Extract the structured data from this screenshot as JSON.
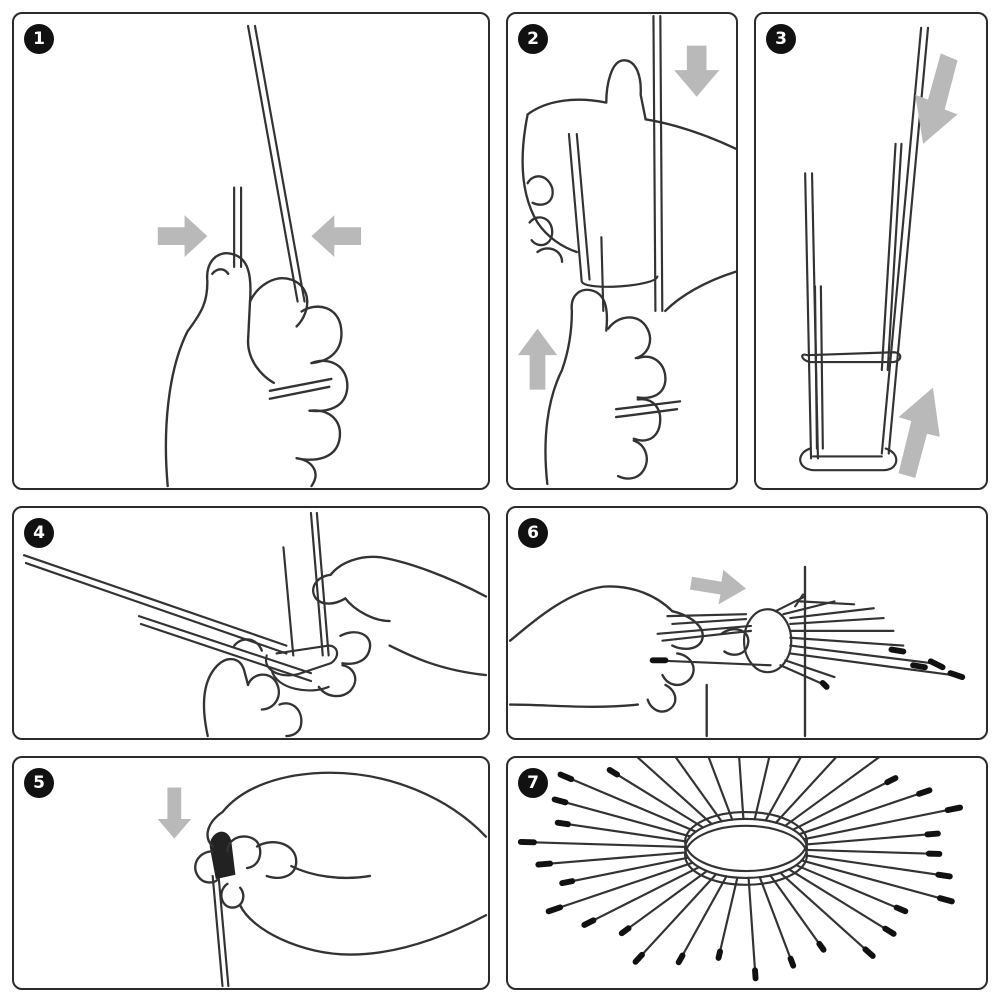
{
  "steps": [
    {
      "number": "1"
    },
    {
      "number": "2"
    },
    {
      "number": "3"
    },
    {
      "number": "4"
    },
    {
      "number": "5"
    },
    {
      "number": "6"
    },
    {
      "number": "7"
    }
  ],
  "colors": {
    "outline": "#2b2b2b",
    "arrow": "#b9b9b9",
    "spike_tip": "#111111",
    "background": "#ffffff"
  }
}
